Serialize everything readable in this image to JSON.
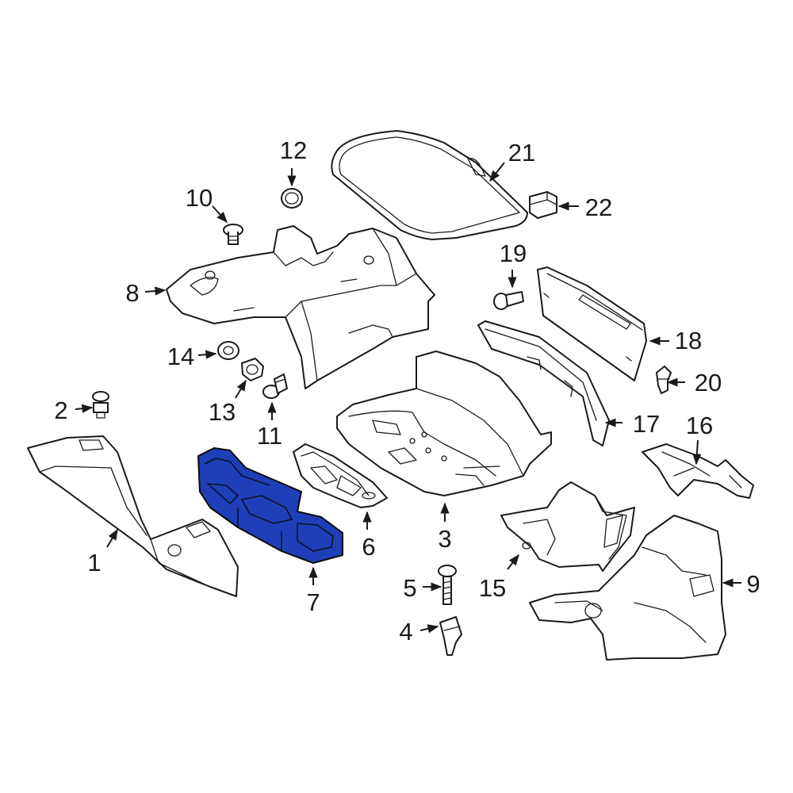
{
  "diagram": {
    "highlight_color": "#1f3fb8",
    "line_color": "#1a1a1a",
    "highlighted_part": "7",
    "callouts": [
      {
        "id": "c1",
        "label": "1"
      },
      {
        "id": "c2",
        "label": "2"
      },
      {
        "id": "c3",
        "label": "3"
      },
      {
        "id": "c4",
        "label": "4"
      },
      {
        "id": "c5",
        "label": "5"
      },
      {
        "id": "c6",
        "label": "6"
      },
      {
        "id": "c7",
        "label": "7"
      },
      {
        "id": "c8",
        "label": "8"
      },
      {
        "id": "c9",
        "label": "9"
      },
      {
        "id": "c10",
        "label": "10"
      },
      {
        "id": "c11",
        "label": "11"
      },
      {
        "id": "c12",
        "label": "12"
      },
      {
        "id": "c13",
        "label": "13"
      },
      {
        "id": "c14",
        "label": "14"
      },
      {
        "id": "c15",
        "label": "15"
      },
      {
        "id": "c16",
        "label": "16"
      },
      {
        "id": "c17",
        "label": "17"
      },
      {
        "id": "c18",
        "label": "18"
      },
      {
        "id": "c19",
        "label": "19"
      },
      {
        "id": "c20",
        "label": "20"
      },
      {
        "id": "c21",
        "label": "21"
      },
      {
        "id": "c22",
        "label": "22"
      }
    ]
  }
}
